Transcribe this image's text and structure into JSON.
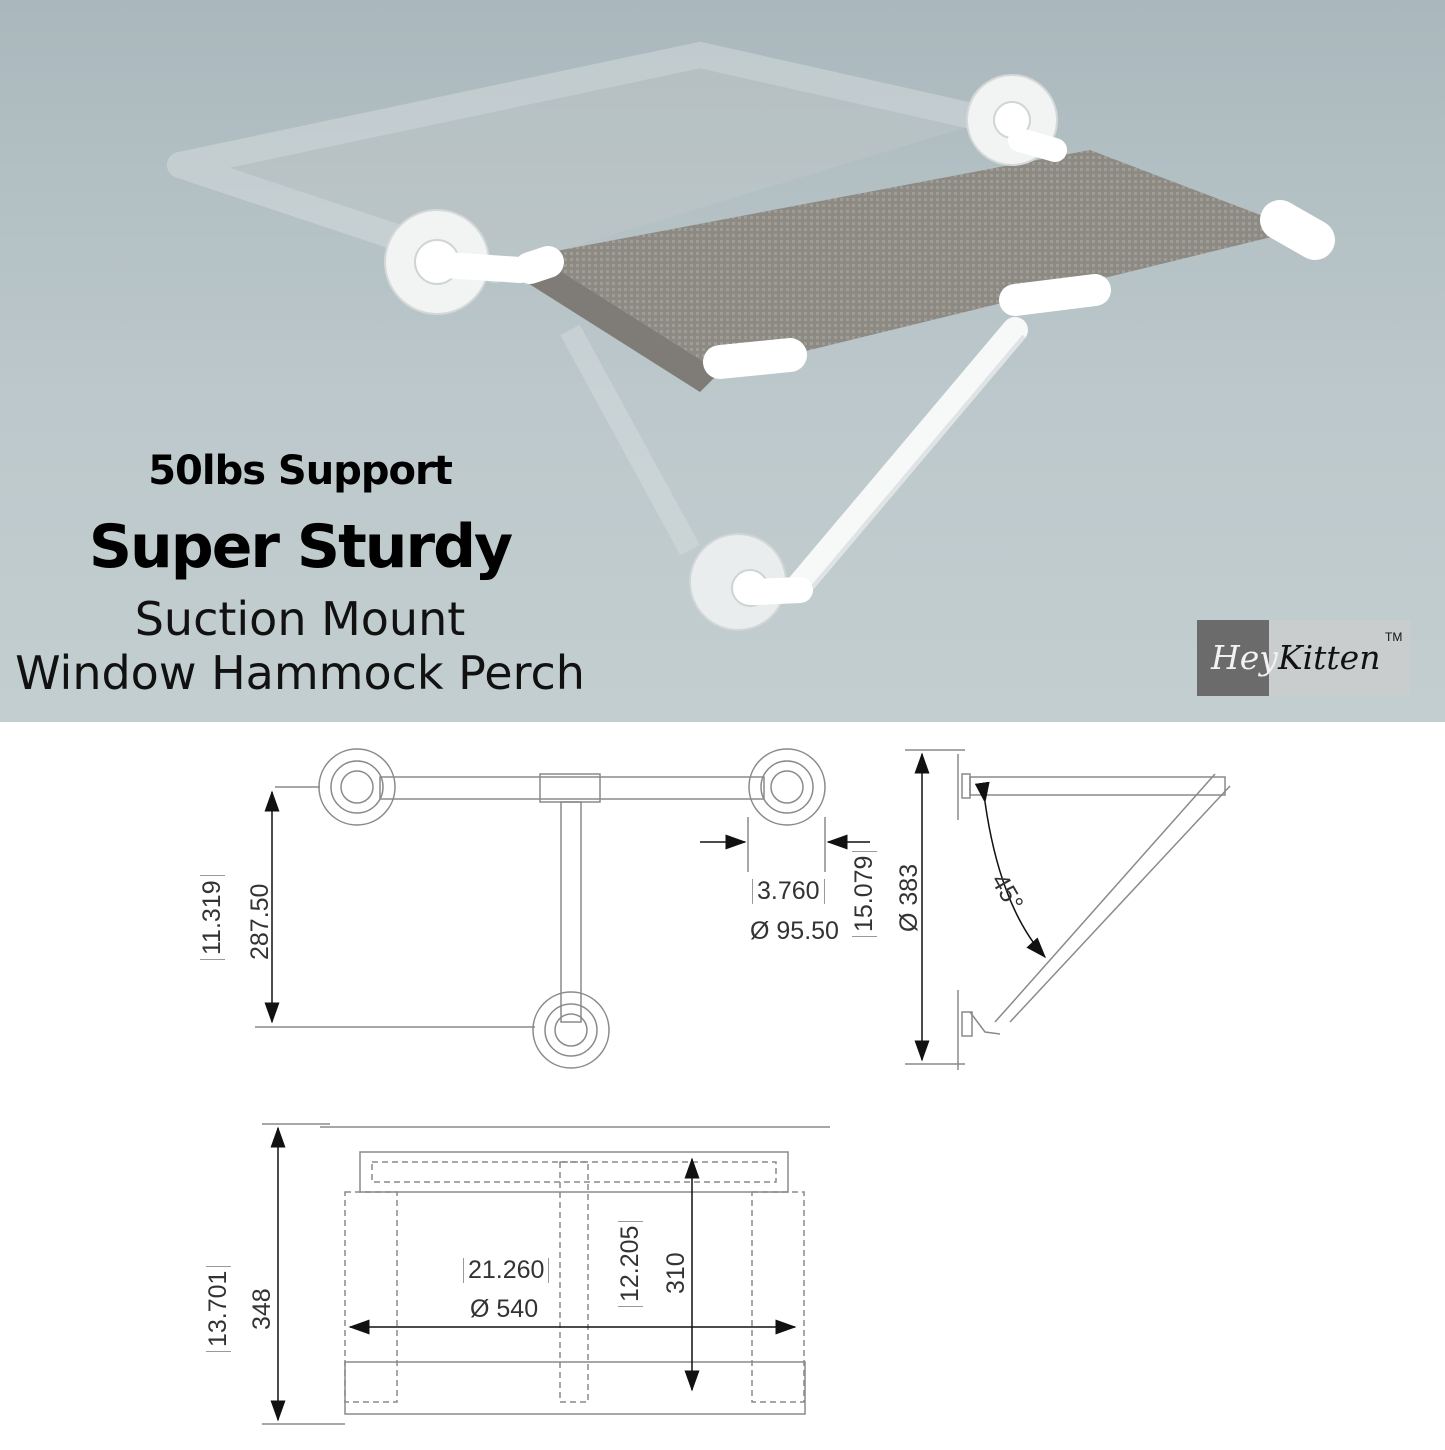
{
  "hero": {
    "line1": "50lbs Support",
    "line2": "Super Sturdy",
    "line3": "Suction Mount",
    "line4": "Window Hammock Perch",
    "colors": {
      "background": "#b7c4c7",
      "fabric": "#8b8882",
      "frame": "#ffffff"
    }
  },
  "logo": {
    "hey": "Hey",
    "kitten": "Kitten",
    "tm": "TM"
  },
  "drawing_front": {
    "height_in": "11.319",
    "height_mm": "287.50",
    "cup_in": "3.760",
    "cup_mm": "Ø 95.50",
    "side_in": "15.079",
    "side_mm": "Ø 383"
  },
  "drawing_side": {
    "angle": "45°"
  },
  "drawing_top": {
    "depth_in": "13.701",
    "depth_mm": "348",
    "width_in": "21.260",
    "width_mm": "Ø 540",
    "inner_in": "12.205",
    "inner_mm": "310"
  }
}
